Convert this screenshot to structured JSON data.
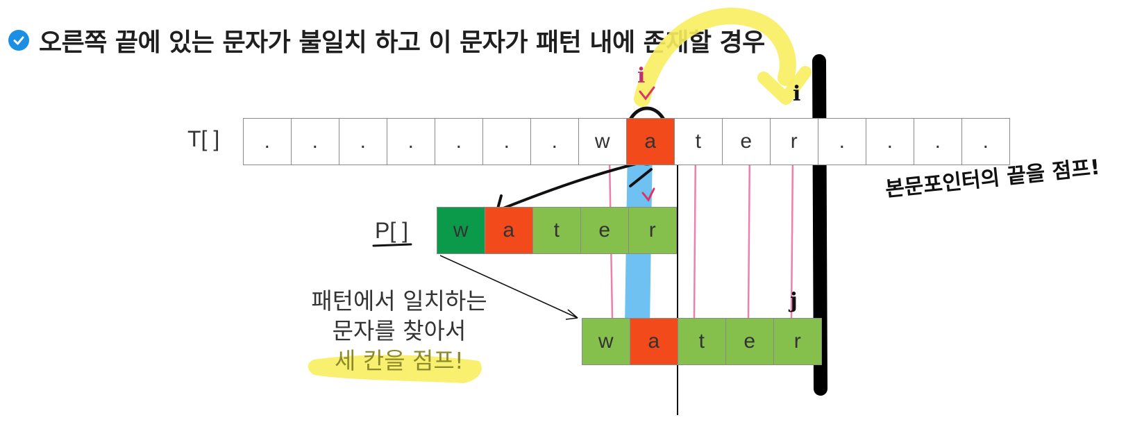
{
  "heading": {
    "text": "오른쪽 끝에 있는 문자가 불일치 하고 이 문자가 패턴 내에 존재할 경우",
    "icon": "check-circle-icon"
  },
  "text_row": {
    "label": "T[ ]",
    "cells": [
      ".",
      ".",
      ".",
      ".",
      ".",
      ".",
      ".",
      "w",
      "a",
      "t",
      "e",
      "r",
      ".",
      ".",
      ".",
      "."
    ],
    "colors": [
      "#ffffff",
      "#ffffff",
      "#ffffff",
      "#ffffff",
      "#ffffff",
      "#ffffff",
      "#ffffff",
      "#ffffff",
      "#f24a1a",
      "#ffffff",
      "#ffffff",
      "#ffffff",
      "#ffffff",
      "#ffffff",
      "#ffffff",
      "#ffffff"
    ]
  },
  "pattern_row": {
    "label": "P[ ]",
    "cells": [
      "w",
      "a",
      "t",
      "e",
      "r"
    ],
    "colors": [
      "#0b9a4a",
      "#f24a1a",
      "#86c04c",
      "#86c04c",
      "#86c04c"
    ]
  },
  "shifted_row": {
    "cells": [
      "w",
      "a",
      "t",
      "e",
      "r"
    ],
    "colors": [
      "#86c04c",
      "#f24a1a",
      "#86c04c",
      "#86c04c",
      "#86c04c"
    ]
  },
  "caption": {
    "line1": "패턴에서 일치하는",
    "line2": "문자를 찾아서",
    "line3": "세 칸을 점프!"
  },
  "annotations": {
    "note": "본문포인터의 끝을 점프!",
    "i_top": "i",
    "i_right": "i",
    "j_mark": "j"
  },
  "colors": {
    "mismatch": "#f24a1a",
    "match_dark": "#0b9a4a",
    "match_light": "#86c04c",
    "highlight_yellow": "#f7ee5e",
    "pink_lines": "#ee7faa",
    "blue_band": "#56b6ef",
    "accent": "#1a8fe3"
  }
}
